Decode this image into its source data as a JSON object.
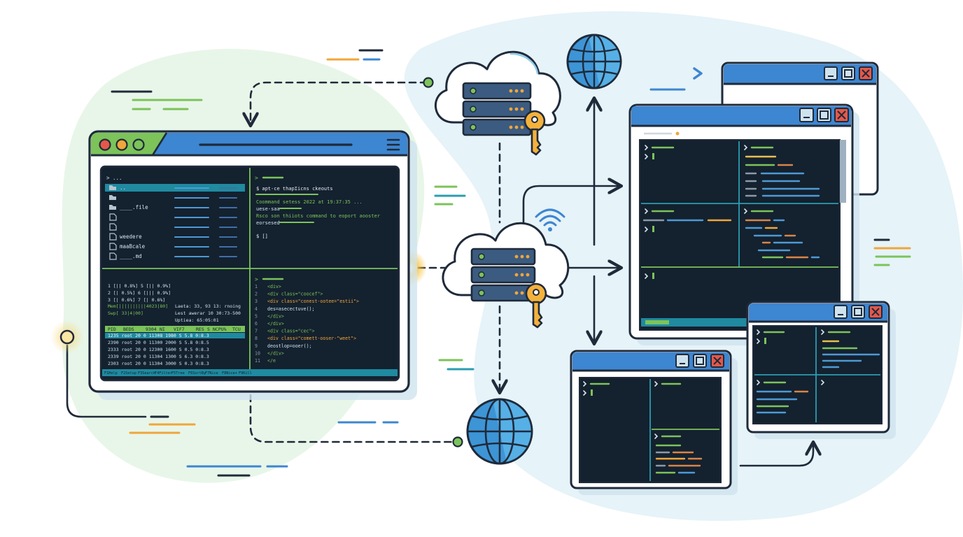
{
  "colors": {
    "outline": "#1f2a3a",
    "term_bg": "#14212f",
    "blue": "#3d86d1",
    "green": "#7cc35a",
    "cyan": "#2a9db1",
    "orange": "#f0a63a",
    "red": "#e4584a",
    "tan": "#d88548",
    "soft_green": "#e7f5e6",
    "soft_blue": "#e5f2f8"
  },
  "main_terminal": {
    "file_tree": {
      "prompt": "> ...",
      "items": [
        {
          "icon": "folder-icon",
          "name": ".."
        },
        {
          "icon": "folder-icon",
          "name": ""
        },
        {
          "icon": "folder-icon",
          "name": "____.file"
        },
        {
          "icon": "file-icon",
          "name": ""
        },
        {
          "icon": "file-icon",
          "name": ""
        },
        {
          "icon": "file-icon",
          "name": "weedere"
        },
        {
          "icon": "file-icon",
          "name": "maaBcale"
        },
        {
          "icon": "file-icon",
          "name": "____.md"
        }
      ]
    },
    "shell": {
      "prompt": ">",
      "command": "$ apt-ce thapIicns ckeouts",
      "lines": [
        "Coommand setess 2022 at 19:37:35 ...",
        "uese-saa",
        "Rsco son thiiots command to eoport aooster",
        "eorsesed"
      ],
      "cursor": "$ []"
    },
    "monitor": {
      "cpu_rows": [
        "1  [||     0.8%]   5  [||      0.9%]",
        "2  [|      0.5%]   6  [|||     0.9%]",
        "3  [|      0.6%]   7  [|       0.6%]"
      ],
      "mem": "Mem[||||||||||4023|80]",
      "swp": "Swp[         33|4|00]",
      "stats": [
        "Laeta: 33, 93 13: rnoing",
        "Lest awerar 10 30:73-500",
        "Uptiea: 65:05:01"
      ],
      "headers": [
        "PID",
        "BEDS",
        "9304",
        "NI",
        "VIF7",
        "RES",
        "S",
        "NCPU%",
        "TCU"
      ],
      "processes": [
        "1235 root  20  0  11308 1980 S  5.8  0:8.3",
        "2390 root  20  0  11300 2000 S  5.8  0:8.5",
        "2333 root  20  0  12300 1600 S  0.5  0:8.3",
        "2339 root  20  0  11304 1300 S  6.3  0:8.3",
        "2303 root  20  0  11304 3000 S  0.3  0:8.3"
      ],
      "fkeys": [
        "F1Help",
        "F2Setup",
        "F3Search",
        "F4Filter",
        "F5Tree",
        "F6SortBy",
        "F7Nice",
        "F8Nice+",
        "F9Kill"
      ]
    },
    "editor": {
      "prompt": ">",
      "line_numbers": [
        "1",
        "2",
        "3",
        "4",
        "5",
        "6",
        "7",
        "8",
        "9",
        "10",
        "11"
      ],
      "code": [
        "<div>",
        "  <div class=\"coocef\">",
        "    <div class=\"conest-ootee=\"estii\">",
        "      des=asecectuve();",
        "    </div>",
        "  </div>",
        "  <div class=\"cec\">",
        "    <div class=\"comett-ooser-\"weet\">",
        "      deostlop=ooer();",
        "    </div>",
        "</e"
      ]
    }
  }
}
